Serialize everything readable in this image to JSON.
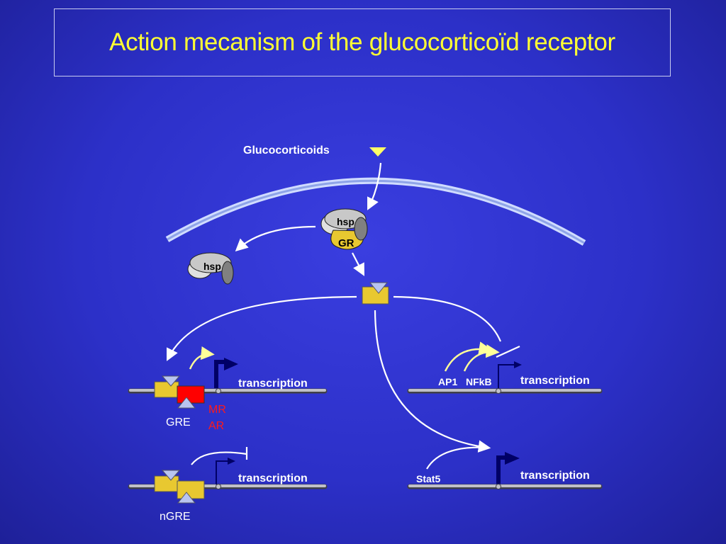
{
  "title": "Action mecanism of the glucocorticoïd receptor",
  "labels": {
    "glucocorticoids": "Glucocorticoids",
    "hsp_membrane": "hsp",
    "hsp_free": "hsp",
    "gr": "GR",
    "transcription_gre": "transcription",
    "gre": "GRE",
    "mr": "MR",
    "ar": "AR",
    "transcription_ngre": "transcription",
    "ngre": "nGRE",
    "ap1": "AP1",
    "nfkb": "NFkB",
    "transcription_nfkb": "transcription",
    "stat5": "Stat5",
    "transcription_stat5": "transcription"
  },
  "colors": {
    "title": "#ffff33",
    "ligand": "#ffff66",
    "receptor": "#e8c830",
    "mr_ar": "#ff0000",
    "membrane": "#b8c8f8",
    "dna": "#c0c0c8",
    "promoter": "#000066",
    "arrow": "#ffffff",
    "gene_arrow": "#ffff99"
  }
}
